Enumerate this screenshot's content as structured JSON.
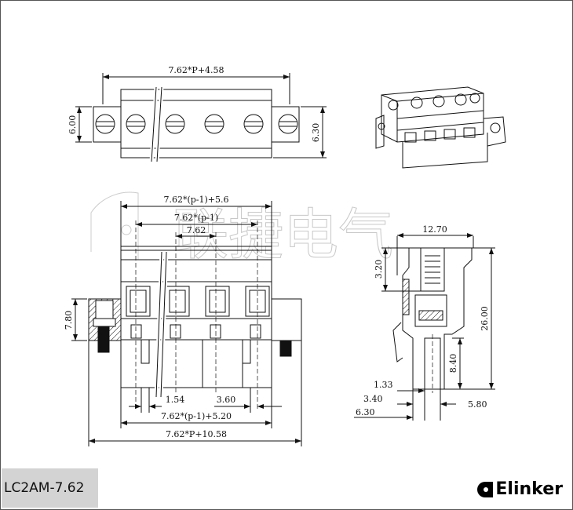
{
  "top_view": {
    "width_dim": "7.62*P+4.58",
    "height_dim_left": "6.00",
    "height_dim_right": "6.30"
  },
  "front_view": {
    "dim_overall_body": "7.62*(p-1)+5.6",
    "dim_pitch_span": "7.62*(p-1)",
    "dim_pitch": "7.62",
    "dim_height_flange": "7.80",
    "dim_pin_width": "1.54",
    "dim_pin_offset": "3.60",
    "dim_bottom_body": "7.62*(p-1)+5.20",
    "dim_total": "7.62*P+10.58"
  },
  "side_view": {
    "dim_depth": "12.70",
    "dim_top": "3.20",
    "dim_height": "26.00",
    "dim_pin_height": "8.40",
    "dim_a": "1.33",
    "dim_b": "3.40",
    "dim_c": "6.30",
    "dim_d": "5.80"
  },
  "watermark": "联捷电气",
  "footer": {
    "model": "LC2AM-7.62",
    "brand": "Elinker"
  }
}
